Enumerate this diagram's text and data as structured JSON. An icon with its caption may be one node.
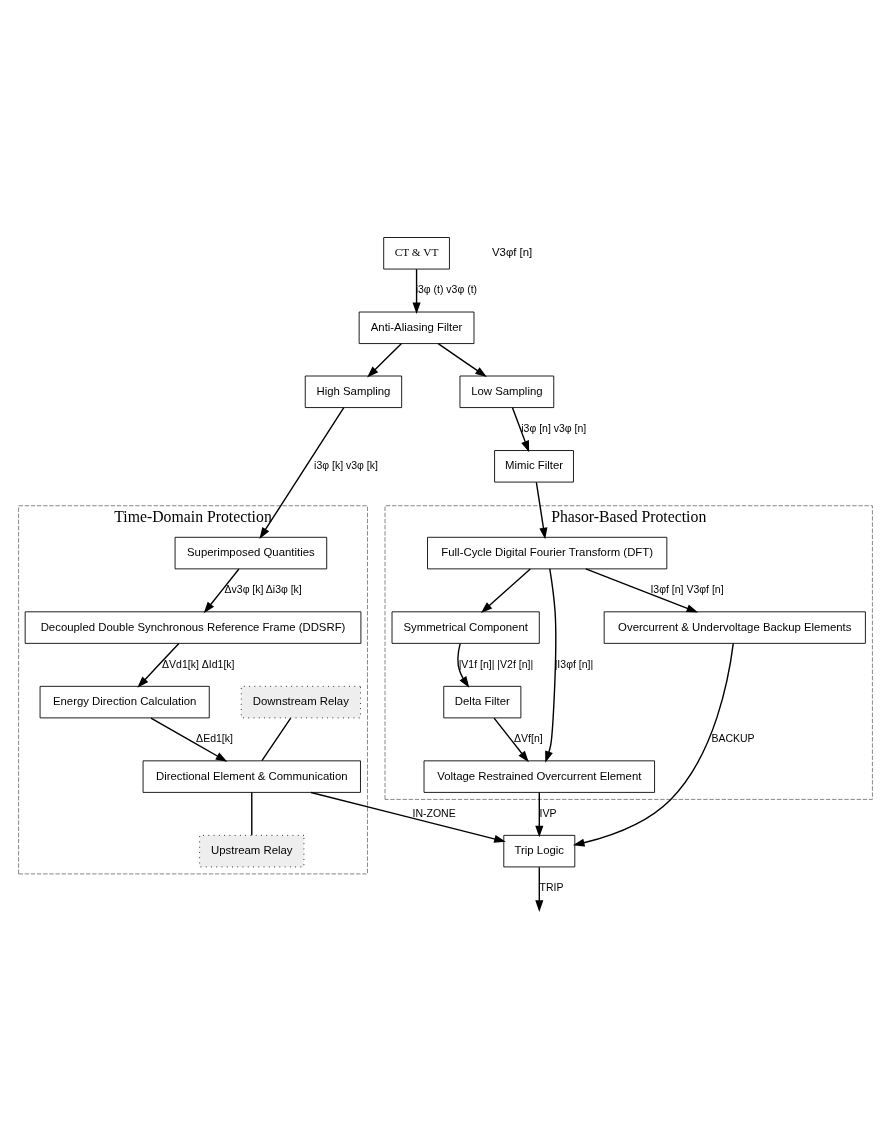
{
  "diagram": {
    "nodes": [
      {
        "text": [
          "Time-Domain Protection"
        ]
      },
      {
        "text": [
          "Decoupled Double Synchronous Reference Frame (DDSRF)"
        ],
        "in": 0
      },
      {
        "text": [
          "Energy Direction Calculation"
        ],
        "in": 0
      },
      {
        "text": [
          "Directional Element & Communication"
        ],
        "in": 0
      },
      {
        "text": [
          "Downstream Relay"
        ],
        "in": 0
      },
      {
        "text": [
          "Upstream Relay"
        ],
        "in": 0
      },
      {
        "text": [
          "Superimposed Quantities"
        ],
        "in": 0
      },
      {
        "text": [
          "High Sampling"
        ]
      },
      {
        "text": [
          "Anti-Aliasing Filter"
        ]
      },
      {
        "text": [
          "CT & VT"
        ]
      },
      {
        "text": [
          "Low Sampling"
        ]
      },
      {
        "text": [
          "Trip Logic"
        ]
      },
      {
        "text": [
          "Mimic Filter"
        ]
      },
      {
        "text": [
          "Phasor-Based Protection"
        ]
      },
      {
        "text": [
          "Full-Cycle Digital Fourier Transform (DFT)"
        ],
        "in": 13
      },
      {
        "text": [
          "Symmetrical Component"
        ],
        "in": 13
      },
      {
        "text": [
          "Delta Filter"
        ],
        "in": 13
      },
      {
        "text": [
          "Voltage Restrained Overcurrent Element"
        ],
        "in": 13
      },
      {
        "text": [
          "Overcurrent & Undervoltage Backup Elements"
        ],
        "in": 13
      }
    ],
    "edges": [
      {
        "from": 1,
        "to": 2,
        "arrow": "to",
        "label": "ΔVd1[k] ΔId1[k]"
      },
      {
        "from": 2,
        "to": 3,
        "arrow": "to",
        "label": "ΔEd1[k]"
      },
      {
        "from": 4,
        "to": 3,
        "arrow": "none"
      },
      {
        "from": 3,
        "to": 5,
        "arrow": "none"
      },
      {
        "from": 6,
        "to": 1,
        "arrow": "to",
        "label": "Δv3φ [k] Δi3φ [k]"
      },
      {
        "from": 7,
        "to": 6,
        "arrow": "to",
        "label": "i3φ [k] v3φ [k]"
      },
      {
        "from": 9,
        "to": 8,
        "arrow": "to",
        "label": "i3φ (t) v3φ (t)"
      },
      {
        "from": 8,
        "to": 7,
        "arrow": "to"
      },
      {
        "from": 8,
        "to": 10,
        "arrow": "to"
      },
      {
        "from": 10,
        "to": 12,
        "arrow": "to",
        "label": "i3φ [n] v3φ [n]"
      },
      {
        "from": 12,
        "to": 14,
        "arrow": "to"
      },
      {
        "from": 3,
        "to": 11,
        "arrow": "to",
        "label": "IN-ZONE"
      },
      {
        "from": 11,
        "to": null,
        "arrow": "to",
        "label": "TRIP"
      },
      {
        "from": 17,
        "to": 11,
        "arrow": "to",
        "label": "IVP"
      },
      {
        "from": 18,
        "to": 11,
        "arrow": "to",
        "label": "BACKUP"
      },
      {
        "from": 14,
        "to": 17,
        "arrow": "to",
        "label": "|I3φf [n]|"
      },
      {
        "from": 14,
        "to": 15,
        "arrow": "to"
      },
      {
        "from": 15,
        "to": 16,
        "arrow": "to",
        "label": "|V1f [n]| |V2f [n]|"
      },
      {
        "from": 16,
        "to": 17,
        "arrow": "to",
        "label": "ΔVf[n]"
      },
      {
        "from": 14,
        "to": 18,
        "arrow": "to",
        "label": "I3φf [n] V3φf [n]"
      }
    ],
    "labels": [
      "V3φf [n]"
    ]
  }
}
